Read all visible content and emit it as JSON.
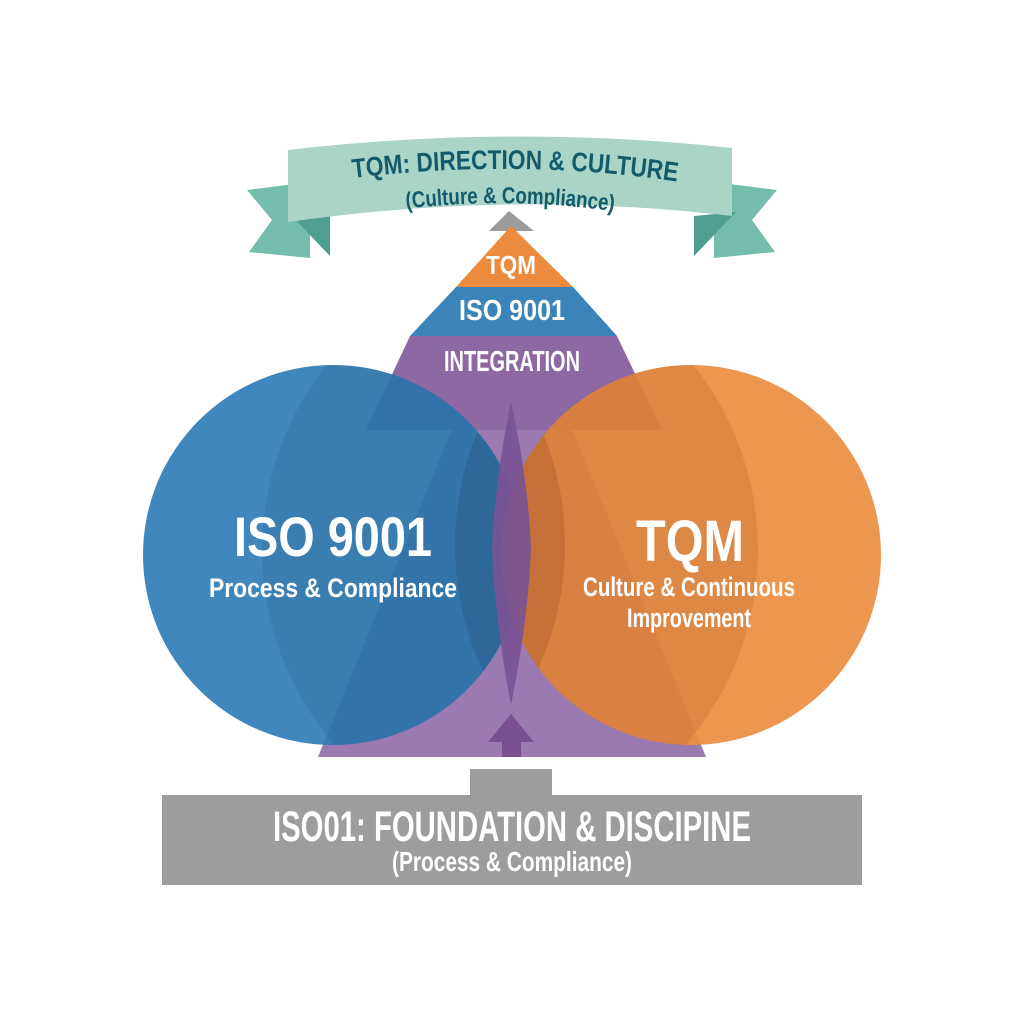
{
  "background_color": "#ffffff",
  "top_banner": {
    "title": "TQM: DIRECTION & CULTURE",
    "subtitle": "(Culture & Compliance)",
    "band_color": "#a9d4c6",
    "tail_color": "#74bcac",
    "fold_color": "#4f9f90",
    "text_color": "#135b6b"
  },
  "pyramid": {
    "apex_arrow_color": "#9b9b9b",
    "funnel_color": "#9a7ab0",
    "levels": [
      {
        "label": "TQM",
        "color": "#ec8a3e"
      },
      {
        "label": "ISO 9001",
        "color": "#3b84b9"
      },
      {
        "label": "INTEGRATION",
        "color": "#8d68a3"
      }
    ]
  },
  "venn": {
    "left_circle": {
      "title": "ISO 9001",
      "subtitle": "Process & Compliance",
      "color": "#2f7db6"
    },
    "right_circle": {
      "title": "TQM",
      "subtitle_line1": "Culture & Continuous",
      "subtitle_line2": "Improvement",
      "color": "#ec8e43"
    },
    "overlap_color": "#7a5295",
    "up_arrow_color": "#794f90"
  },
  "bottom_banner": {
    "title": "ISO01: FOUNDATION & DISCIPINE",
    "subtitle": "(Process & Compliance)",
    "color": "#9d9d9d",
    "text_color": "#ffffff"
  }
}
